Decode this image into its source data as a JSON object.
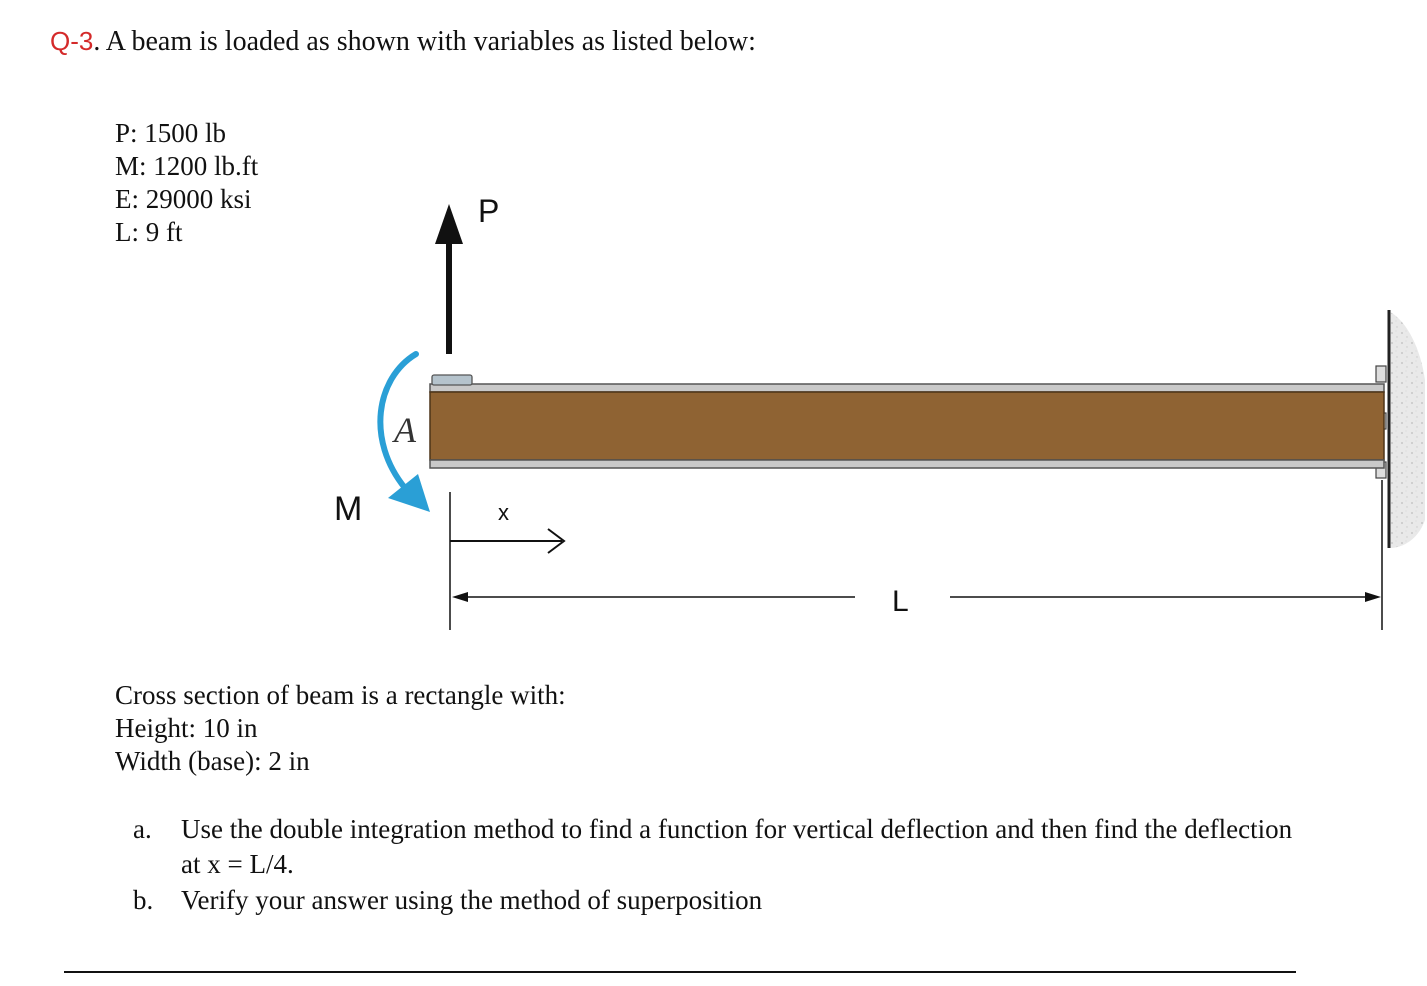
{
  "question": {
    "number": "Q-3",
    "text": ". A beam is loaded as shown with variables as listed below:"
  },
  "variables": [
    "P: 1500 lb",
    "M: 1200 lb.ft",
    "E: 29000 ksi",
    "L: 9 ft"
  ],
  "diagram": {
    "load_label": "P",
    "moment_label": "M",
    "point_label": "A",
    "x_label": "x",
    "length_label": "L",
    "beam_color": "#8f6333",
    "moment_arrow_color": "#2a9fd6"
  },
  "cross_section": {
    "intro": "Cross section of beam is a rectangle with:",
    "height": "Height: 10 in",
    "width": "Width (base): 2 in"
  },
  "tasks": [
    {
      "marker": "a.",
      "text": "Use the double integration method to find a function for vertical deflection and then find the deflection at x = L/4."
    },
    {
      "marker": "b.",
      "text": "Verify your answer using the method of superposition"
    }
  ]
}
